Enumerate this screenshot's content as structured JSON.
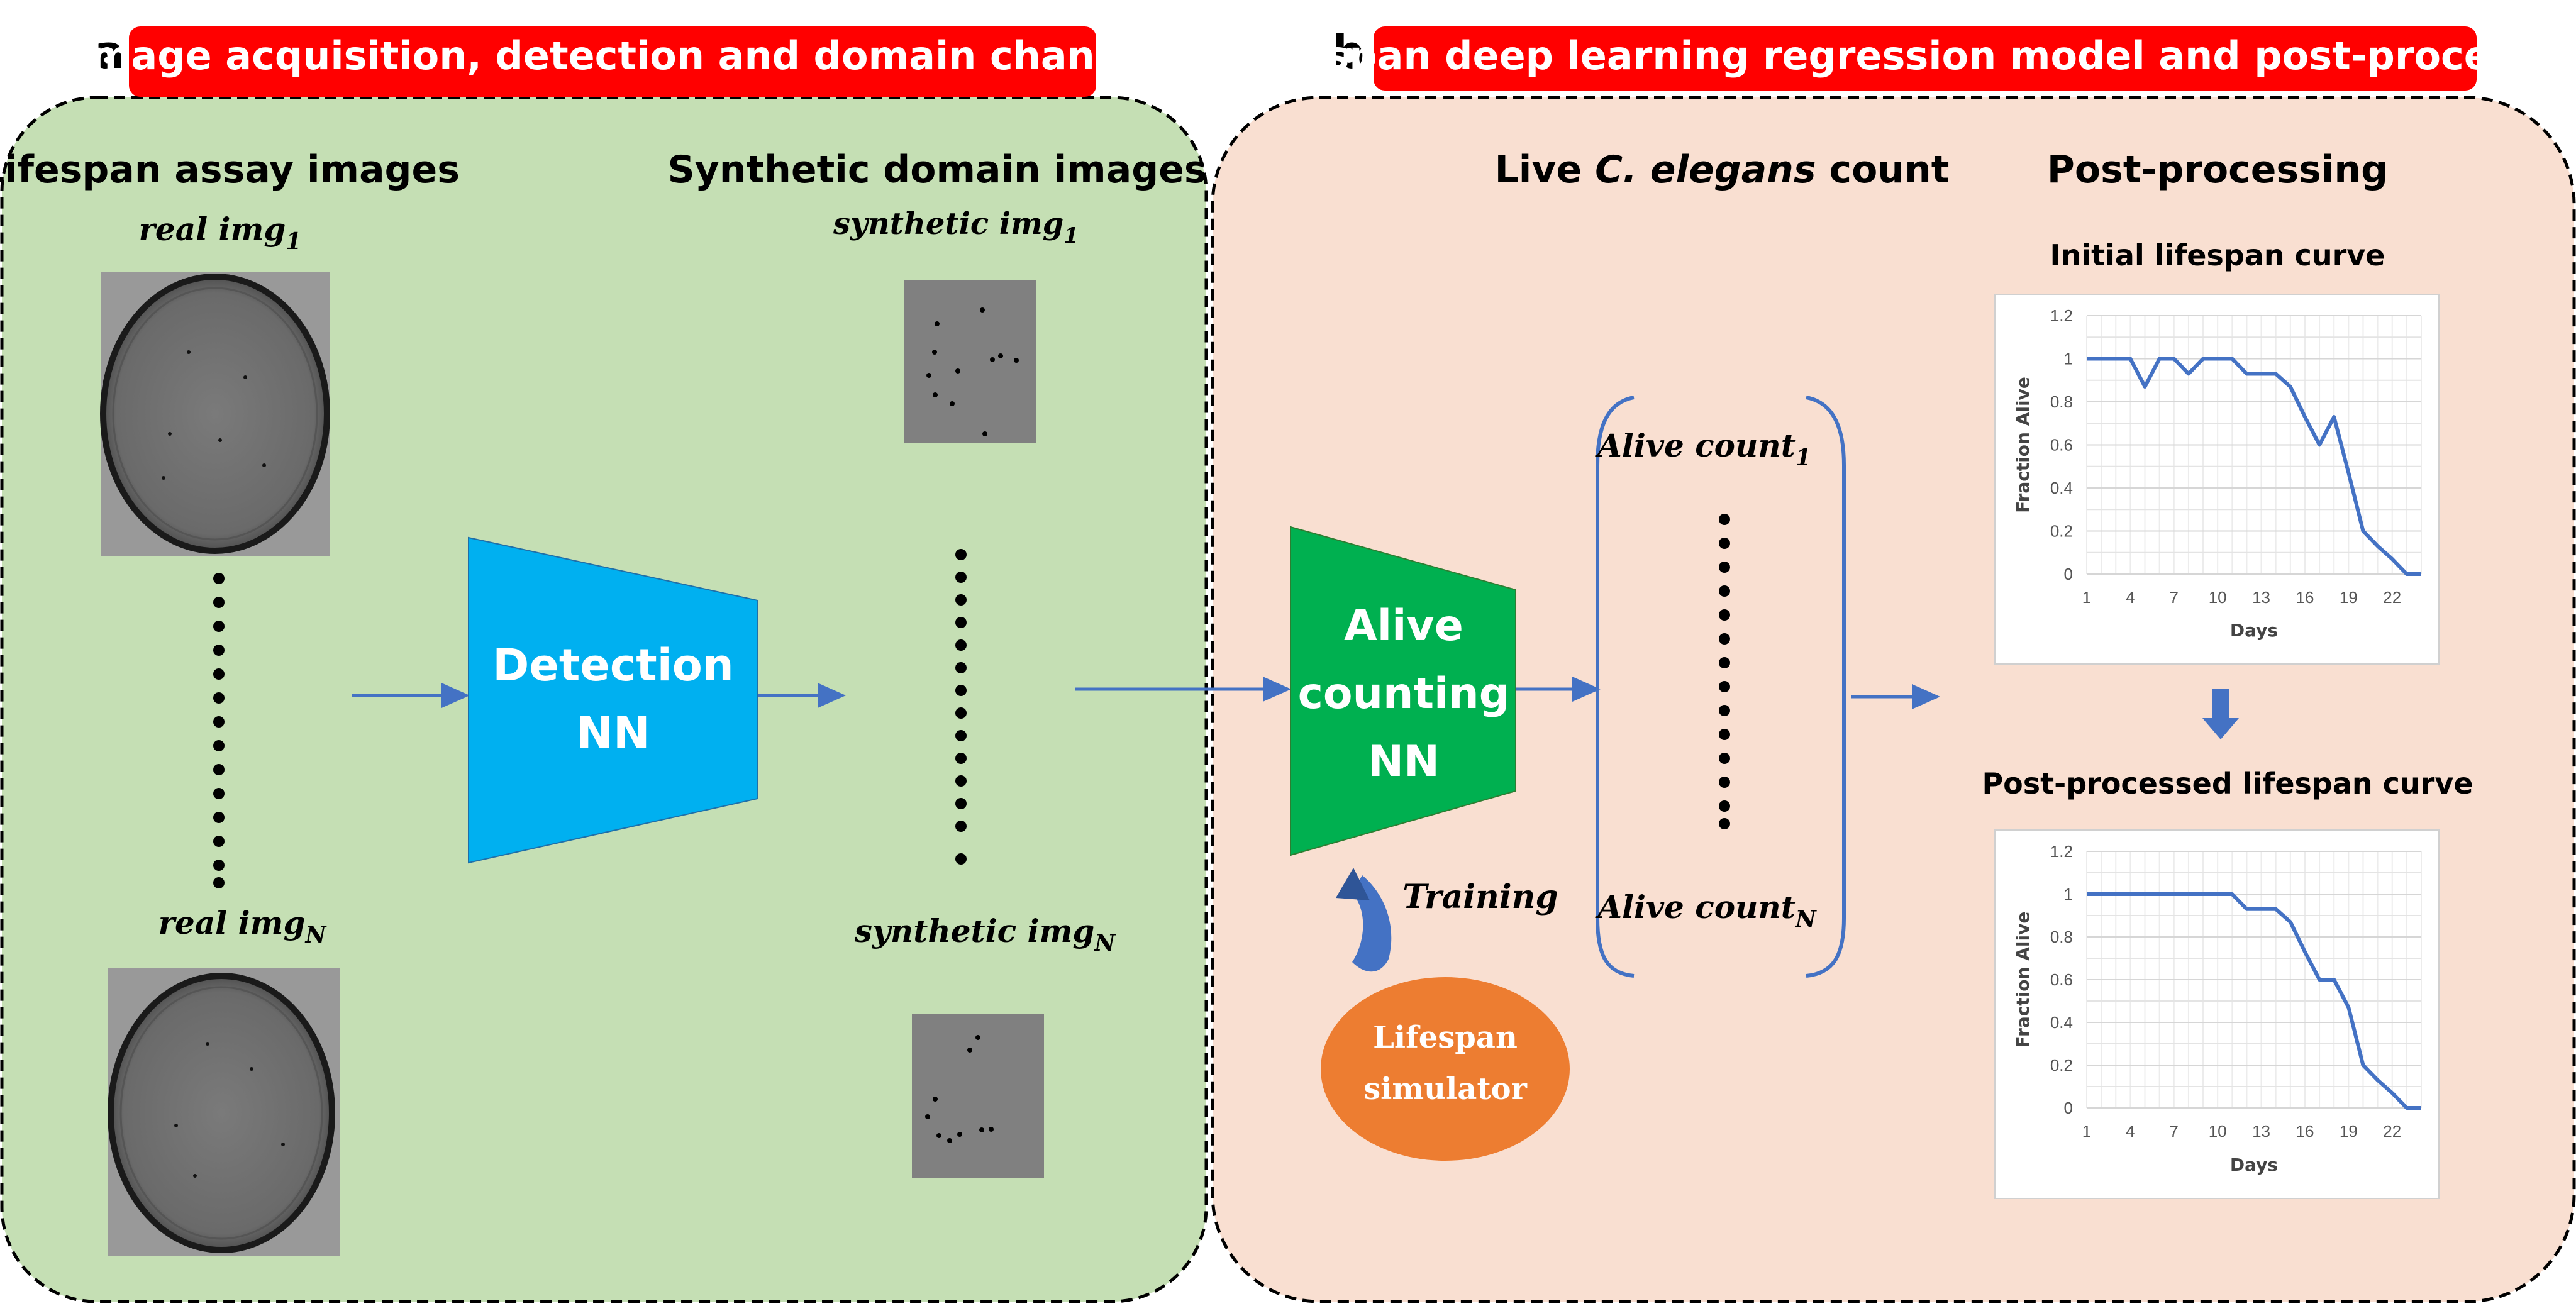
{
  "panel_a": {
    "letter": "a",
    "banner": "Image acquisition, detection and domain change",
    "left_title": "Lifespan assay images",
    "right_title": "Synthetic domain images",
    "real_label_1": "real img",
    "real_sub_1": "1",
    "real_label_n": "real img",
    "real_sub_n": "N",
    "synth_label_1": "synthetic img",
    "synth_sub_1": "1",
    "synth_label_n": "synthetic img",
    "synth_sub_n": "N",
    "detection_line1": "Detection",
    "detection_line2": "NN"
  },
  "panel_b": {
    "letter": "b",
    "banner": "Lifespan deep learning regression model and post-processing",
    "count_title_pre": "Live ",
    "count_title_em": "C. elegans",
    "count_title_post": " count",
    "post_title": "Post-processing",
    "alive_line1": "Alive",
    "alive_line2": "counting",
    "alive_line3": "NN",
    "training": "Training",
    "simulator_line1": "Lifespan",
    "simulator_line2": "simulator",
    "count_label_1": "Alive count",
    "count_sub_1": "1",
    "count_label_n": "Alive count",
    "count_sub_n": "N"
  },
  "colors": {
    "panel_a_bg": "#c5dfb4",
    "panel_b_bg": "#f9dfd1",
    "banner_red": "#ff0000",
    "detection_nn": "#00b0f0",
    "alive_nn": "#00b050",
    "simulator": "#ed7d31",
    "arrow": "#4472c4",
    "line_series": "#4472c4"
  },
  "chart_data": [
    {
      "type": "line",
      "title": "Initial lifespan curve",
      "xlabel": "Days",
      "ylabel": "Fraction Alive",
      "x_ticks": [
        "1",
        "4",
        "7",
        "10",
        "13",
        "16",
        "19",
        "22"
      ],
      "y_ticks": [
        "0",
        "0.2",
        "0.4",
        "0.6",
        "0.8",
        "1",
        "1.2"
      ],
      "xlim": [
        1,
        24
      ],
      "ylim": [
        0,
        1.2
      ],
      "grid": true,
      "x": [
        1,
        2,
        3,
        4,
        5,
        6,
        7,
        8,
        9,
        10,
        11,
        12,
        13,
        14,
        15,
        16,
        17,
        18,
        19,
        20,
        21,
        22,
        23,
        24
      ],
      "y": [
        1,
        1,
        1,
        1,
        0.87,
        1,
        1,
        0.93,
        1,
        1,
        1,
        0.93,
        0.93,
        0.93,
        0.87,
        0.73,
        0.6,
        0.73,
        0.47,
        0.2,
        0.13,
        0.07,
        0,
        0
      ]
    },
    {
      "type": "line",
      "title": "Post-processed lifespan curve",
      "xlabel": "Days",
      "ylabel": "Fraction Alive",
      "x_ticks": [
        "1",
        "4",
        "7",
        "10",
        "13",
        "16",
        "19",
        "22"
      ],
      "y_ticks": [
        "0",
        "0.2",
        "0.4",
        "0.6",
        "0.8",
        "1",
        "1.2"
      ],
      "xlim": [
        1,
        24
      ],
      "ylim": [
        0,
        1.2
      ],
      "grid": true,
      "x": [
        1,
        2,
        3,
        4,
        5,
        6,
        7,
        8,
        9,
        10,
        11,
        12,
        13,
        14,
        15,
        16,
        17,
        18,
        19,
        20,
        21,
        22,
        23,
        24
      ],
      "y": [
        1,
        1,
        1,
        1,
        1,
        1,
        1,
        1,
        1,
        1,
        1,
        0.93,
        0.93,
        0.93,
        0.87,
        0.73,
        0.6,
        0.6,
        0.47,
        0.2,
        0.13,
        0.07,
        0,
        0
      ]
    }
  ]
}
